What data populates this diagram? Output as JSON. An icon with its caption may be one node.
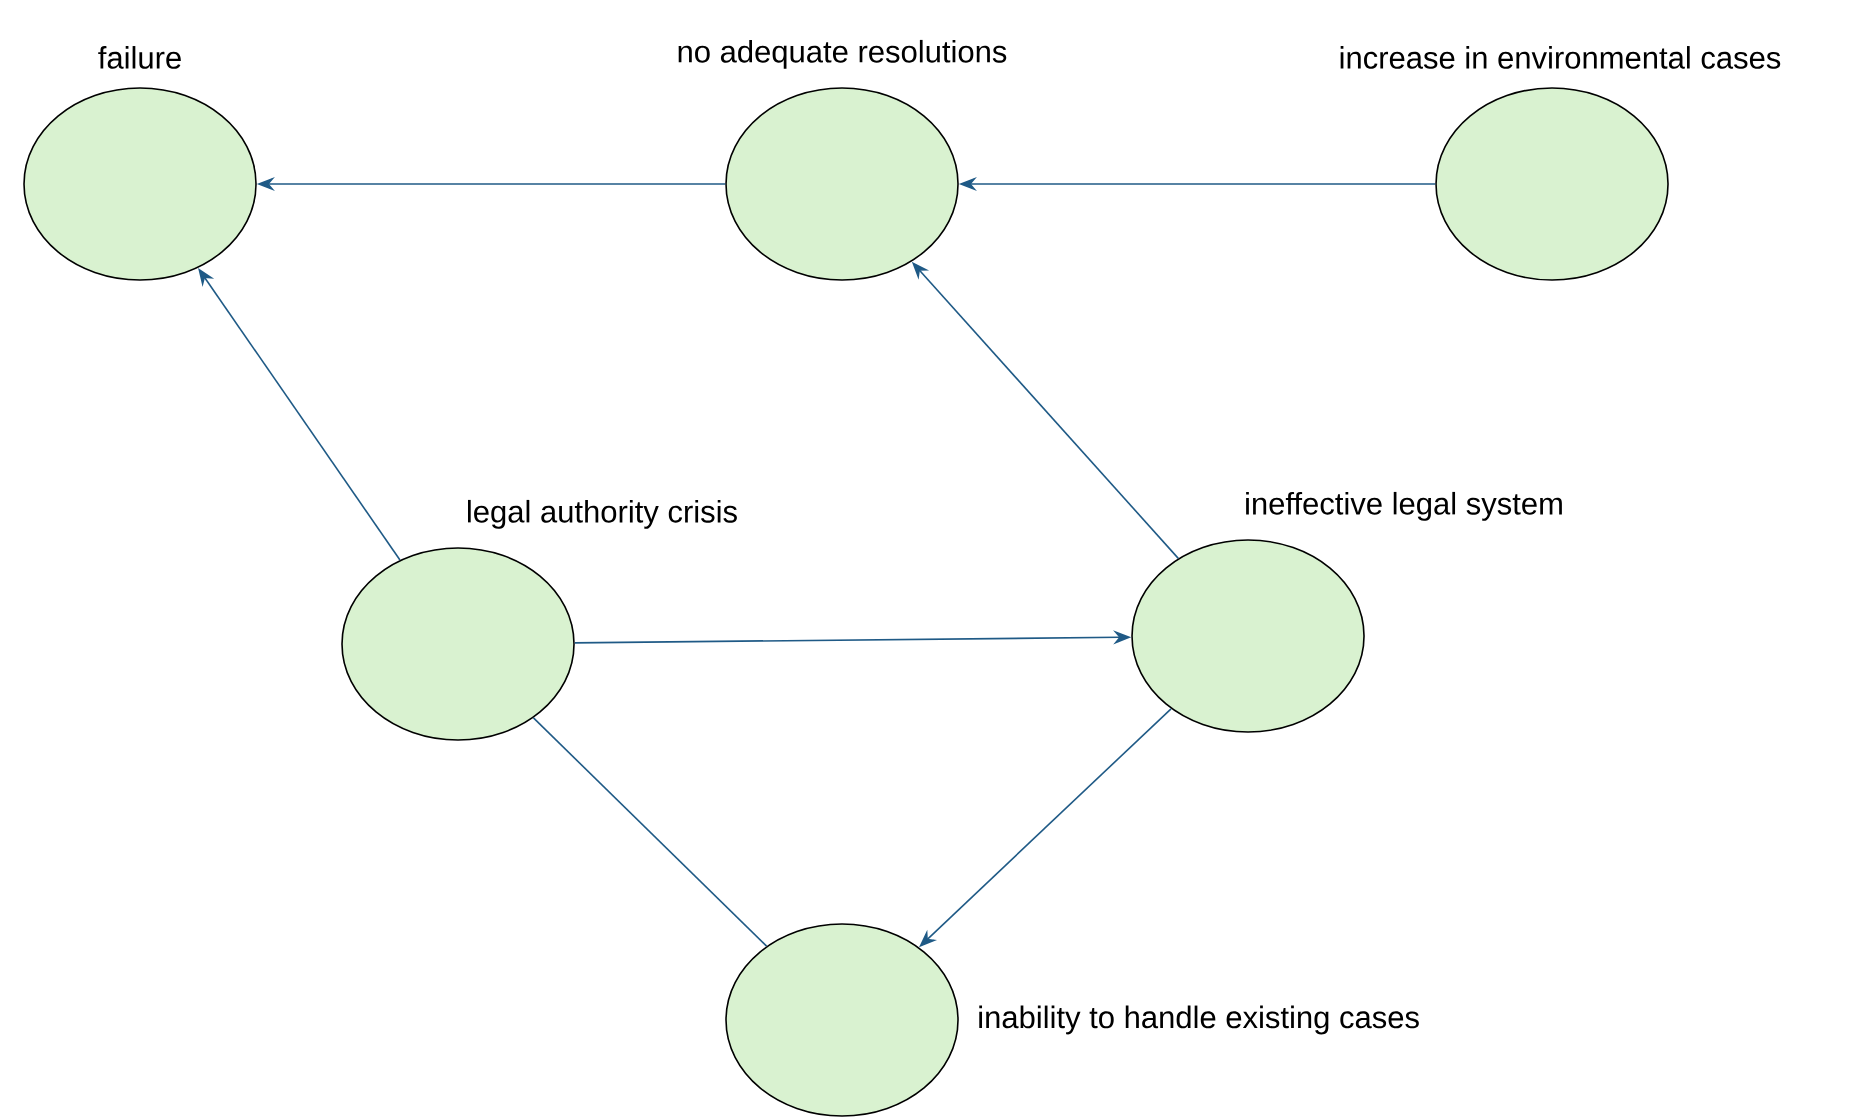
{
  "diagram": {
    "nodes": [
      {
        "text": [
          "failure"
        ]
      },
      {
        "text": [
          "no adequate resolutions"
        ]
      },
      {
        "text": [
          "increase in environmental cases"
        ]
      },
      {
        "text": [
          "legal authority crisis"
        ]
      },
      {
        "text": [
          "ineffective legal system"
        ]
      },
      {
        "text": [
          "inability to handle existing cases"
        ]
      }
    ],
    "edges": [
      {
        "from": 2,
        "to": 1,
        "arrow": "to"
      },
      {
        "from": 1,
        "to": 0,
        "arrow": "to"
      },
      {
        "from": 3,
        "to": 0,
        "arrow": "to"
      },
      {
        "from": 3,
        "to": 4,
        "arrow": "to"
      },
      {
        "from": 4,
        "to": 1,
        "arrow": "to"
      },
      {
        "from": 4,
        "to": 5,
        "arrow": "to"
      },
      {
        "from": 3,
        "to": 5,
        "arrow": "none"
      }
    ]
  }
}
